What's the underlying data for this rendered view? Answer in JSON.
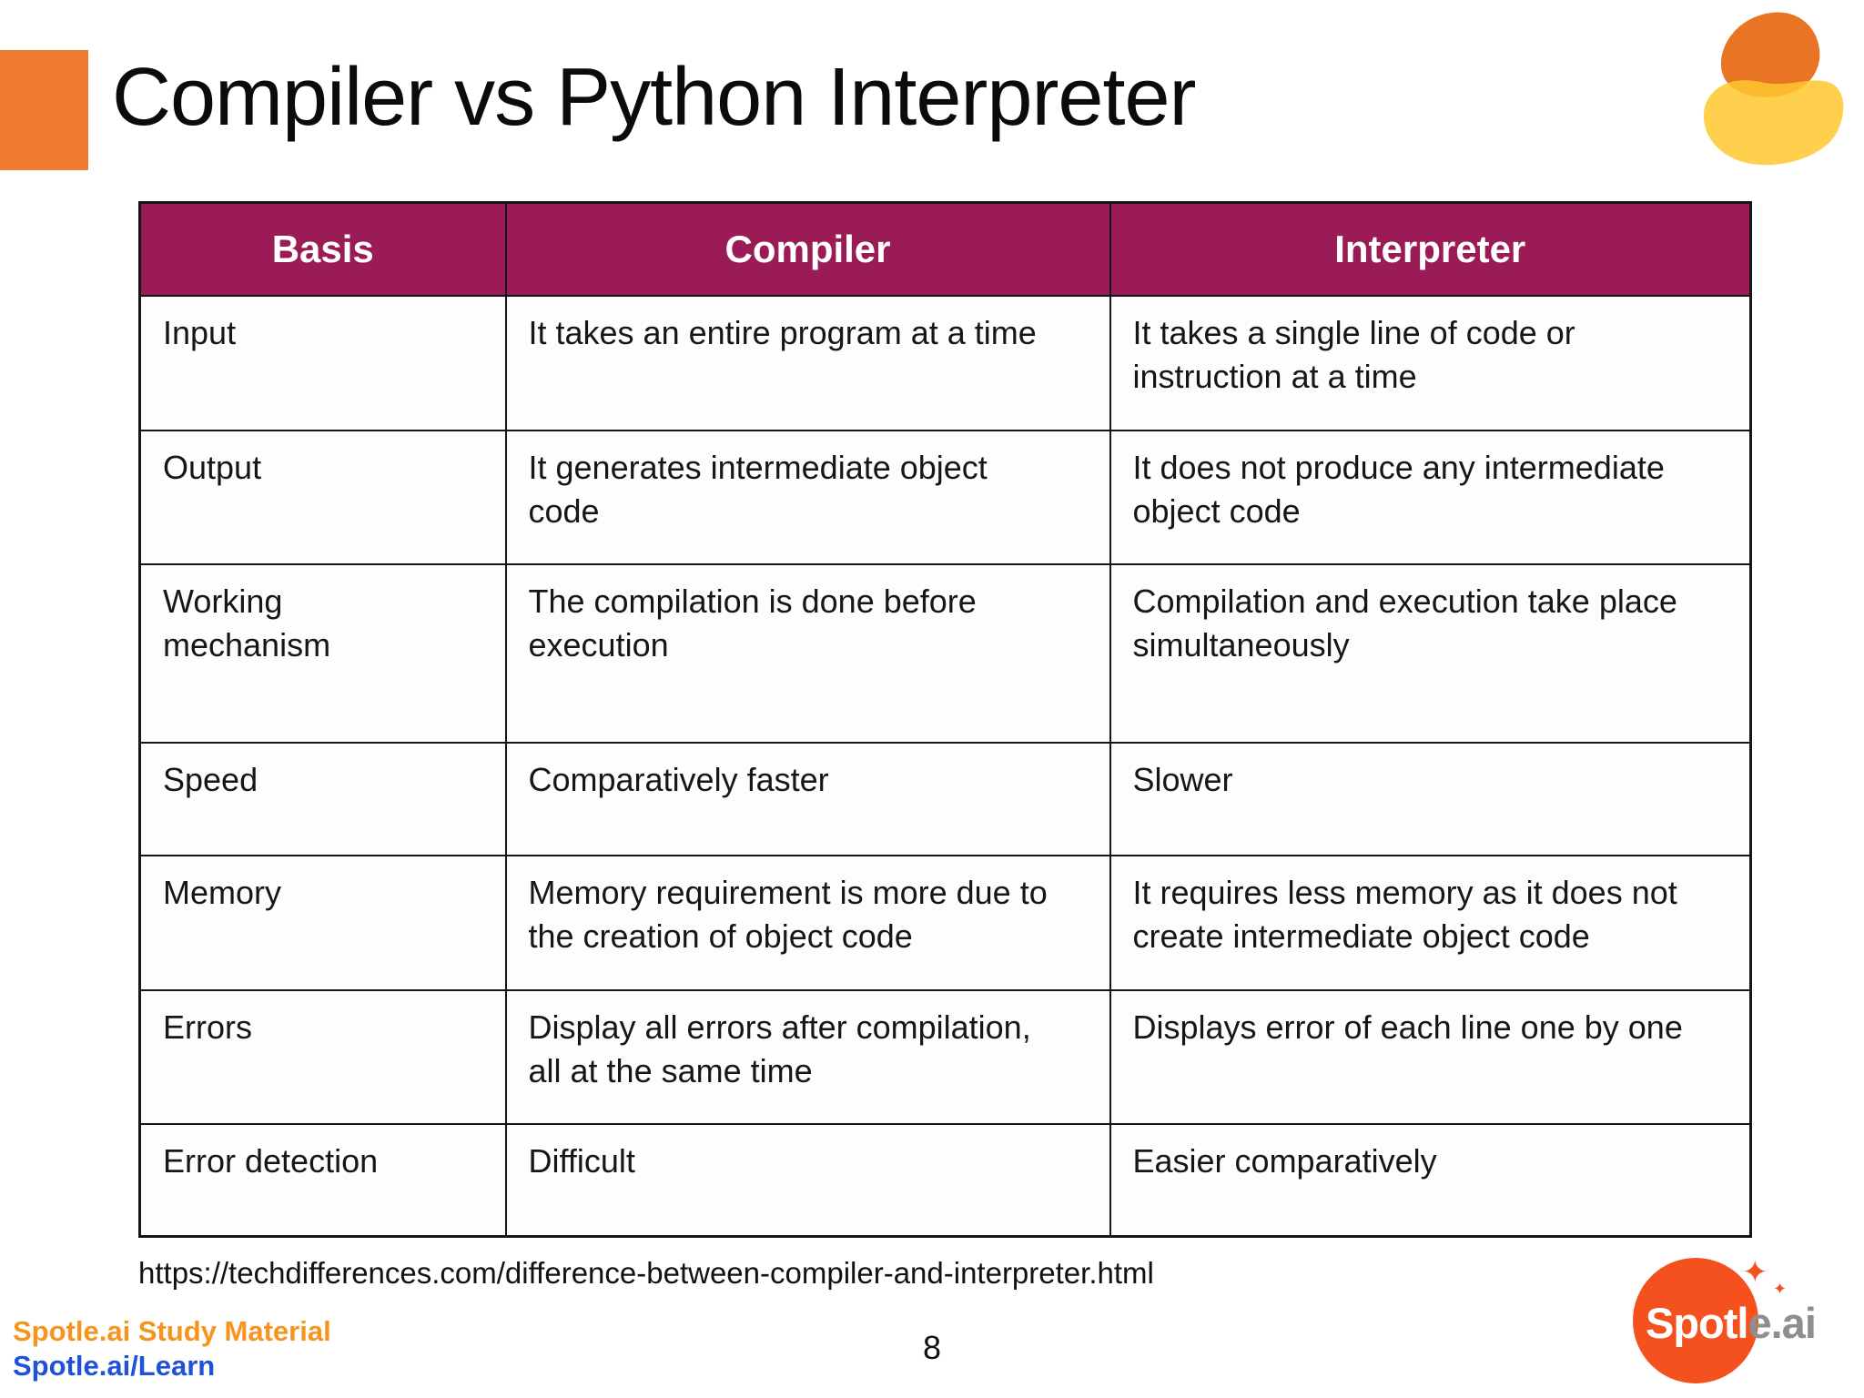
{
  "slide": {
    "title": "Compiler vs Python Interpreter",
    "page_number": "8",
    "source_url": "https://techdifferences.com/difference-between-compiler-and-interpreter.html"
  },
  "table": {
    "headers": [
      "Basis",
      "Compiler",
      "Interpreter"
    ],
    "rows": [
      {
        "basis": "Input",
        "compiler": "It takes an entire program at a time",
        "interpreter": "It takes a single line of code or instruction at a time"
      },
      {
        "basis": "Output",
        "compiler": "It generates intermediate object code",
        "interpreter": "It does not produce any intermediate object code"
      },
      {
        "basis": "Working mechanism",
        "compiler": "The compilation is done before execution",
        "interpreter": "Compilation and execution take place simultaneously"
      },
      {
        "basis": "Speed",
        "compiler": "Comparatively faster",
        "interpreter": "Slower"
      },
      {
        "basis": "Memory",
        "compiler": "Memory requirement is more due to the creation of object code",
        "interpreter": "It requires less memory as it does not create intermediate object code"
      },
      {
        "basis": "Errors",
        "compiler": "Display all errors after compilation, all at the same time",
        "interpreter": "Displays error of each line one by one"
      },
      {
        "basis": "Error detection",
        "compiler": "Difficult",
        "interpreter": "Easier comparatively"
      }
    ]
  },
  "footer": {
    "study_material": "Spotle.ai Study Material",
    "learn_link": "Spotle.ai/Learn"
  },
  "logo": {
    "text_primary": "Spotl",
    "text_secondary": "e.ai",
    "sparkle_icon": "✦"
  },
  "colors": {
    "table_header_bg": "#9A1B55",
    "accent_square": "#EF7B30",
    "footer_orange": "#F7941D",
    "footer_blue": "#1F52D9",
    "logo_circle_orange": "#F4511E",
    "logo_text_gray": "#8E8E8E",
    "blob_orange": "#E87424",
    "blob_yellow": "#FFC82E"
  }
}
